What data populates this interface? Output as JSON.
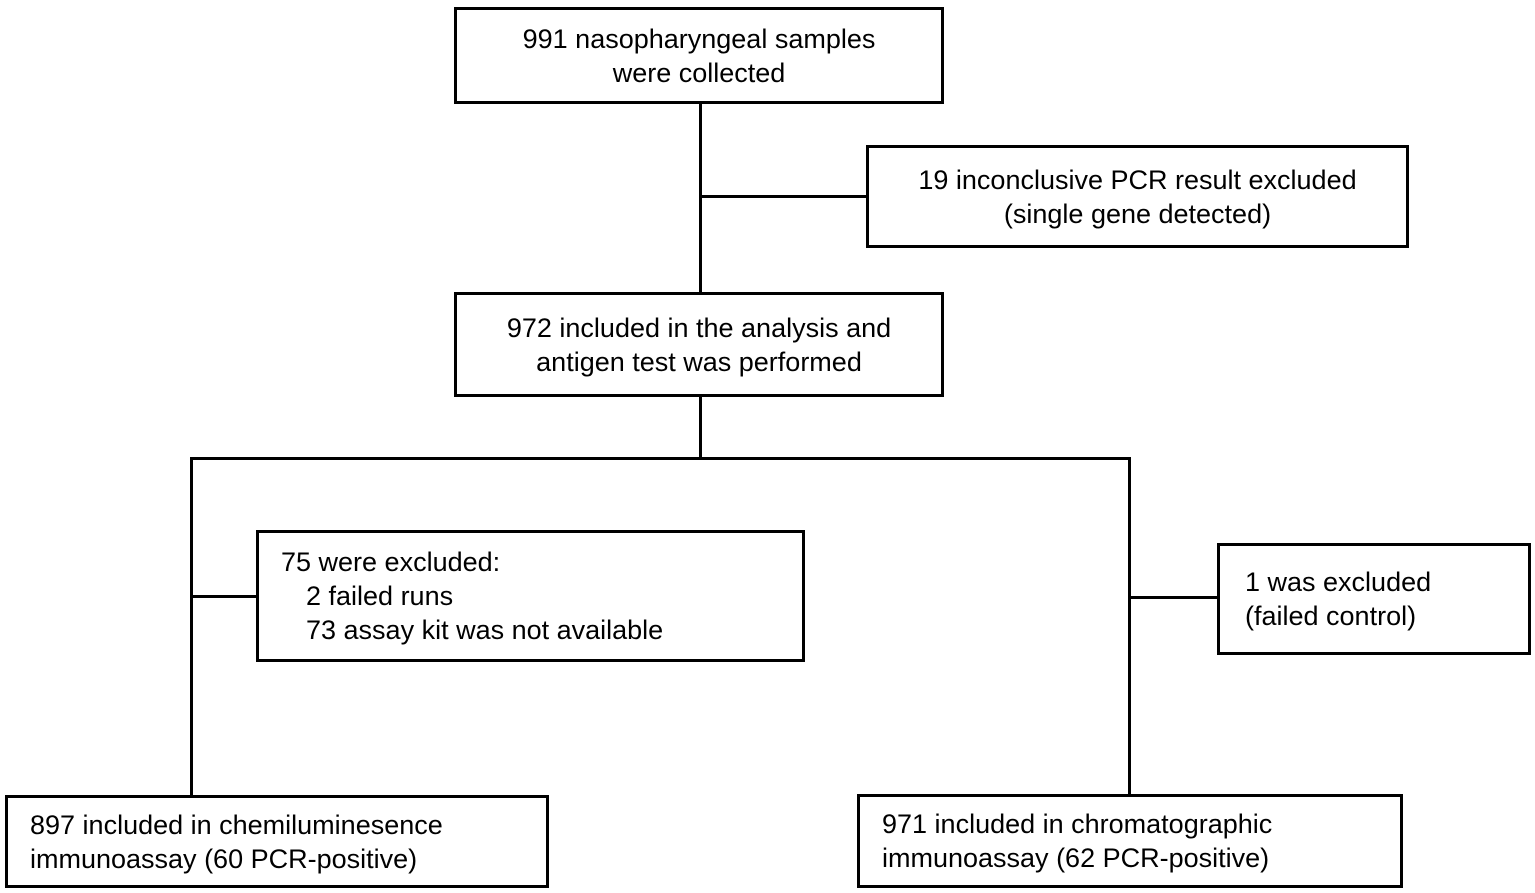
{
  "flowchart": {
    "type": "study-flow-diagram",
    "colors": {
      "background": "#ffffff",
      "border": "#000000",
      "text": "#000000",
      "connector": "#000000"
    },
    "nodes": {
      "collected": {
        "lines": [
          "991 nasopharyngeal samples",
          "were collected"
        ]
      },
      "inconclusive": {
        "lines": [
          "19 inconclusive PCR result excluded",
          "(single gene detected)"
        ]
      },
      "analysis": {
        "lines": [
          "972 included in the analysis and",
          "antigen test was performed"
        ]
      },
      "excluded75": {
        "lines": [
          "75 were excluded:",
          "2 failed runs",
          "73 assay kit was not available"
        ]
      },
      "excluded1": {
        "lines": [
          "1 was excluded",
          "(failed control)"
        ]
      },
      "chemiluminescence": {
        "lines": [
          "897 included in chemiluminesence",
          "immunoassay (60 PCR-positive)"
        ]
      },
      "chromatographic": {
        "lines": [
          "971 included in chromatographic",
          "immunoassay (62 PCR-positive)"
        ]
      }
    }
  }
}
